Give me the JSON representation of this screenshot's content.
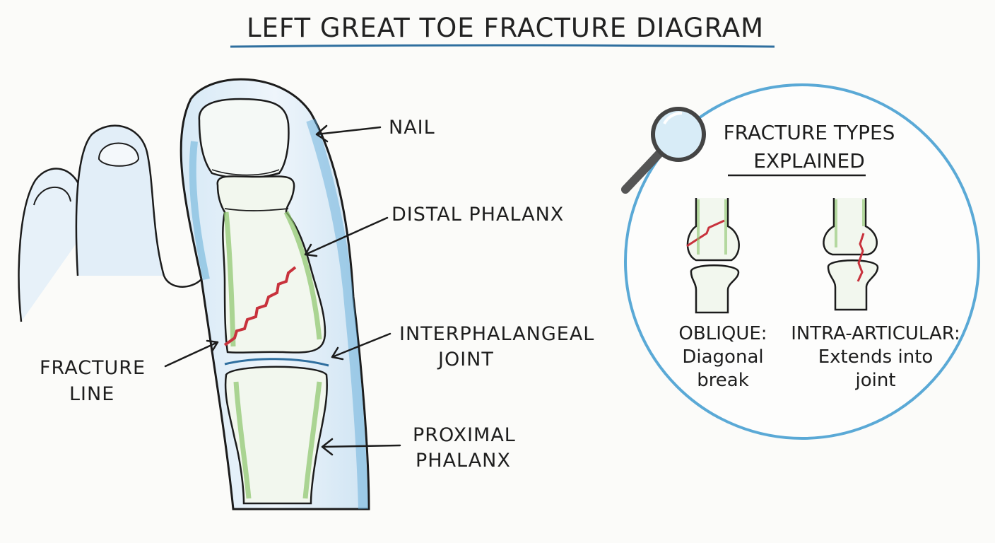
{
  "title": "LEFT GREAT TOE FRACTURE DIAGRAM",
  "labels": {
    "nail": "NAIL",
    "distal_phalanx": "DISTAL PHALANX",
    "interphalangeal_joint": [
      "INTERPHALANGEAL",
      "JOINT"
    ],
    "proximal_phalanx": [
      "PROXIMAL",
      "PHALANX"
    ],
    "fracture_line": [
      "FRACTURE",
      "LINE"
    ]
  },
  "panel": {
    "title": [
      "FRACTURE TYPES",
      "EXPLAINED"
    ],
    "types": [
      {
        "name": "OBLIQUE:",
        "desc": [
          "Diagonal",
          "break"
        ]
      },
      {
        "name": "INTRA-ARTICULAR:",
        "desc": [
          "Extends into",
          "joint"
        ]
      }
    ]
  },
  "colors": {
    "outline": "#1c1c1c",
    "skin_blue": "#5aa9d6",
    "bone_green": "#8cc46b",
    "fracture_red": "#c8323c"
  },
  "icons": [
    "magnifier-icon"
  ]
}
